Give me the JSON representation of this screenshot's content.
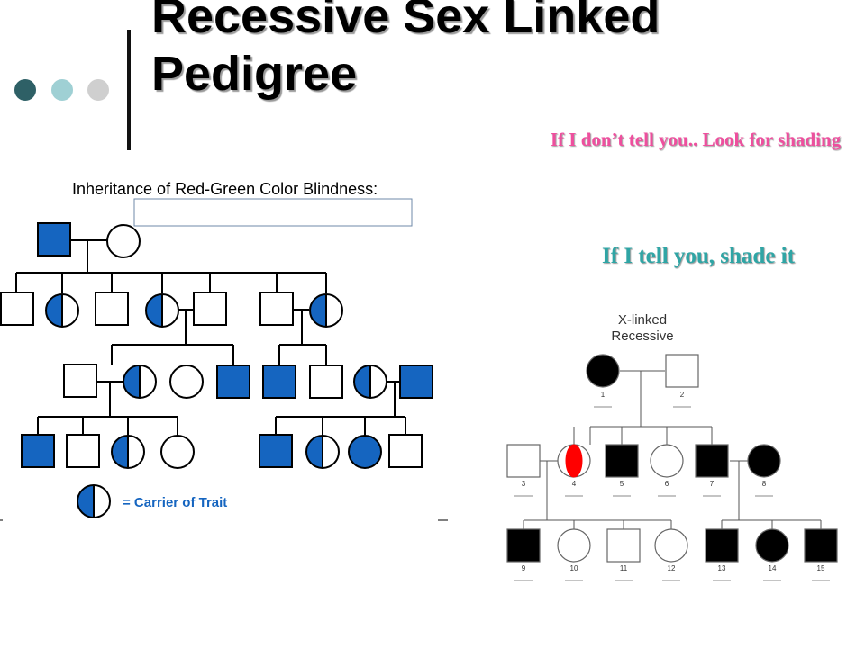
{
  "slide": {
    "title_line1": "Recessive Sex Linked",
    "title_line2": "Pedigree",
    "note_shading": "If I don’t tell you.. Look for shading",
    "note_shade_it": "If I tell you, shade it",
    "bullet_colors": [
      "#2e6066",
      "#9fd0d4",
      "#cfcfcf"
    ]
  },
  "left_diagram": {
    "title": "Inheritance of Red-Green Color Blindness:",
    "legend_text": "= Carrier of Trait",
    "fill_color": "#1565c0"
  },
  "right_diagram": {
    "title_line1": "X-linked",
    "title_line2": "Recessive",
    "highlight_color": "#ff0000",
    "individual_numbers": [
      "1",
      "2",
      "3",
      "4",
      "5",
      "6",
      "7",
      "8",
      "9",
      "10",
      "11",
      "12",
      "13",
      "14",
      "15"
    ]
  }
}
